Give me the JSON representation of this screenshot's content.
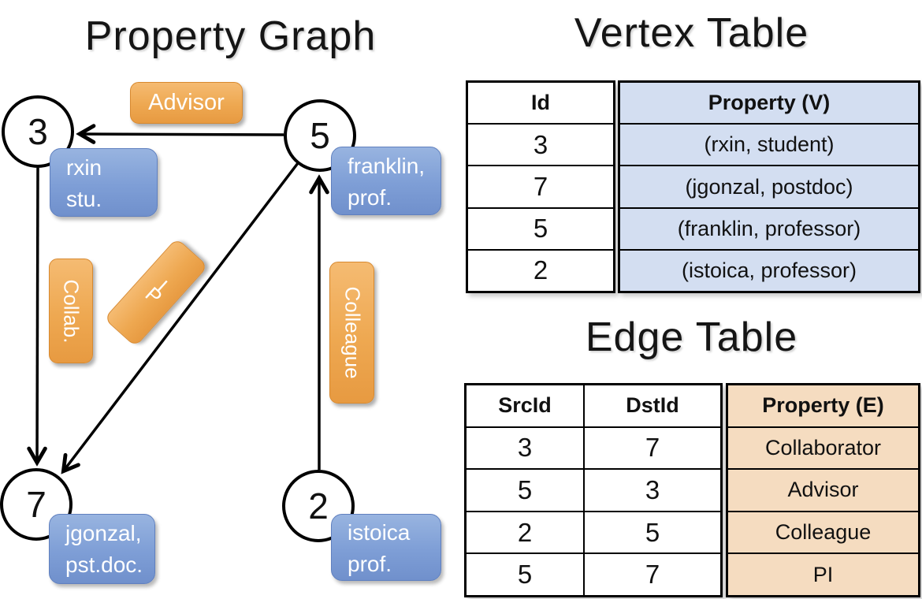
{
  "graph": {
    "title": "Property Graph",
    "nodes": [
      {
        "id": "3",
        "property_line1": "rxin",
        "property_line2": "stu."
      },
      {
        "id": "5",
        "property_line1": "franklin,",
        "property_line2": "prof."
      },
      {
        "id": "7",
        "property_line1": "jgonzal,",
        "property_line2": "pst.doc."
      },
      {
        "id": "2",
        "property_line1": "istoica",
        "property_line2": "prof."
      }
    ],
    "edges": [
      {
        "src": "5",
        "dst": "3",
        "label": "Advisor"
      },
      {
        "src": "3",
        "dst": "7",
        "label": "Collab."
      },
      {
        "src": "5",
        "dst": "7",
        "label": "PI"
      },
      {
        "src": "2",
        "dst": "5",
        "label": "Colleague"
      }
    ]
  },
  "vertex_table": {
    "title": "Vertex Table",
    "id_header": "Id",
    "property_header": "Property (V)",
    "rows": [
      {
        "id": "3",
        "property": "(rxin, student)"
      },
      {
        "id": "7",
        "property": "(jgonzal, postdoc)"
      },
      {
        "id": "5",
        "property": "(franklin, professor)"
      },
      {
        "id": "2",
        "property": "(istoica, professor)"
      }
    ]
  },
  "edge_table": {
    "title": "Edge Table",
    "src_header": "SrcId",
    "dst_header": "DstId",
    "property_header": "Property (E)",
    "rows": [
      {
        "src": "3",
        "dst": "7",
        "property": "Collaborator"
      },
      {
        "src": "5",
        "dst": "3",
        "property": "Advisor"
      },
      {
        "src": "2",
        "dst": "5",
        "property": "Colleague"
      },
      {
        "src": "5",
        "dst": "7",
        "property": "PI"
      }
    ]
  },
  "colors": {
    "edge_label_orange": "#EEA851",
    "vertex_label_blue": "#7E9ED6",
    "vertex_table_fill": "#D3DEF1",
    "edge_table_fill": "#F5DCC0",
    "line_black": "#000000"
  }
}
